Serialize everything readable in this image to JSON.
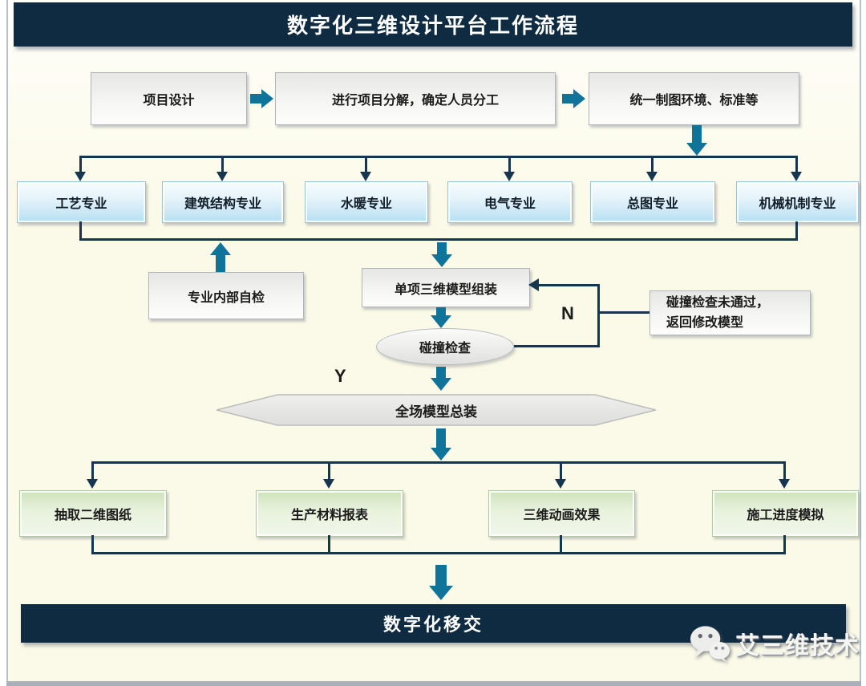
{
  "title": "数字化三维设计平台工作流程",
  "top_row": {
    "step1": "项目设计",
    "step2": "进行项目分解，确定人员分工",
    "step3": "统一制图环境、标准等"
  },
  "disciplines": [
    "工艺专业",
    "建筑结构专业",
    "水暖专业",
    "电气专业",
    "总图专业",
    "机械机制专业"
  ],
  "middle": {
    "self_check": "专业内部自检",
    "assembly": "单项三维模型组装",
    "clash_check": "碰撞检查",
    "no_label": "N",
    "yes_label": "Y",
    "clash_fail_line1": "碰撞检查未通过，",
    "clash_fail_line2": "返回修改模型",
    "full_assembly": "全场模型总装"
  },
  "outputs": [
    "抽取二维图纸",
    "生产材料报表",
    "三维动画效果",
    "施工进度模拟"
  ],
  "footer": {
    "handover": "数字化移交",
    "watermark": "艾三维技术"
  },
  "colors": {
    "navy": "#0E2B42",
    "connector": "#16354F",
    "teal_arrow": "#107399",
    "background": "#FBFAE8",
    "discipline_box": "#B7DFF2",
    "output_box": "#CDE3BC"
  }
}
